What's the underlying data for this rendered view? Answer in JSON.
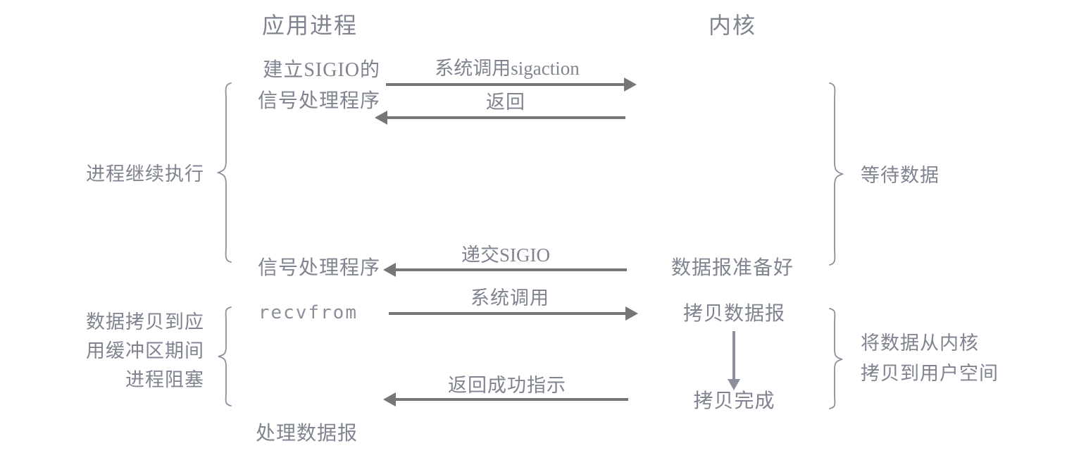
{
  "diagram": {
    "title_note": "signal-driven I/O model sequence diagram",
    "stroke_color": "#767676",
    "text_color": "#7f8490"
  },
  "columns": {
    "application": "应用进程",
    "kernel": "内核"
  },
  "app_nodes": {
    "setup_line1": "建立SIGIO的",
    "setup_line2": "信号处理程序",
    "signal_handler": "信号处理程序",
    "recvfrom": "recvfrom",
    "process_datagram": "处理数据报"
  },
  "kernel_nodes": {
    "datagram_ready": "数据报准备好",
    "copy_datagram": "拷贝数据报",
    "copy_complete": "拷贝完成"
  },
  "arrows": [
    {
      "id": "sigaction",
      "label": "系统调用sigaction",
      "direction": "right"
    },
    {
      "id": "return",
      "label": "返回",
      "direction": "left"
    },
    {
      "id": "deliver-sigio",
      "label": "递交SIGIO",
      "direction": "left"
    },
    {
      "id": "syscall",
      "label": "系统调用",
      "direction": "right"
    },
    {
      "id": "return-success",
      "label": "返回成功指示",
      "direction": "left"
    }
  ],
  "side_notes": {
    "process_continues": "进程继续执行",
    "blocked_line1": "数据拷贝到应",
    "blocked_line2": "用缓冲区期间",
    "blocked_line3": "进程阻塞",
    "wait_data": "等待数据",
    "copy_kernel_line1": "将数据从内核",
    "copy_kernel_line2": "拷贝到用户空间"
  }
}
